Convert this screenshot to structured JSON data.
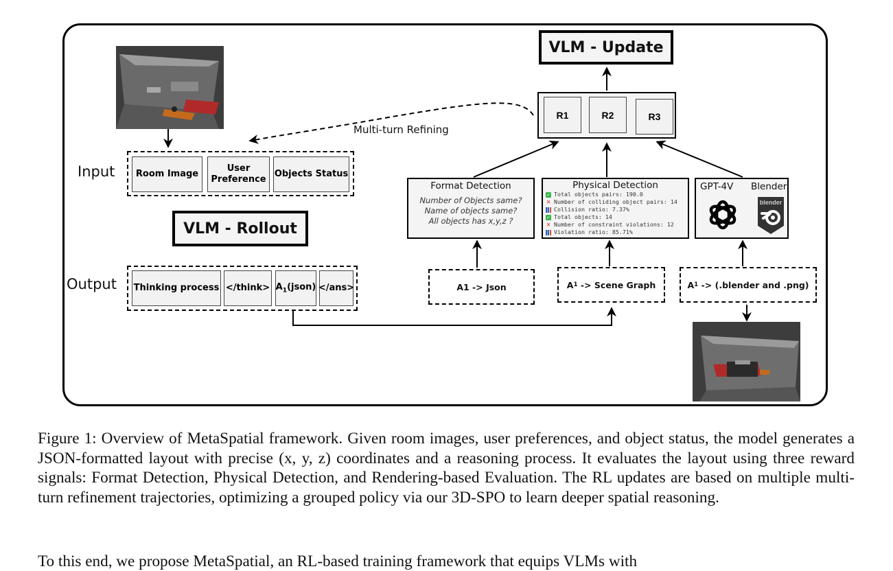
{
  "figure": {
    "vlm_update": "VLM - Update",
    "vlm_rollout": "VLM - Rollout",
    "rewards": [
      "R1",
      "R2",
      "R3"
    ],
    "refine_label": "Multi-turn Refining",
    "input": {
      "label": "Input",
      "items": [
        "Room Image",
        "User Preference",
        "Objects Status"
      ]
    },
    "output": {
      "label": "Output",
      "items": [
        "Thinking process",
        "</think>",
        "A1(json)",
        "</ans>"
      ]
    },
    "format_detection": {
      "title": "Format Detection",
      "lines": [
        "Number of Objects same?",
        "Name of objects same?",
        "All objects has x,y,z ?"
      ]
    },
    "physical_detection": {
      "title": "Physical Detection",
      "lines": [
        {
          "icon": "check-icon",
          "text": "Total objects pairs: 190.0"
        },
        {
          "icon": "cross-icon",
          "text": "Number of colliding object pairs: 14"
        },
        {
          "icon": "bar-chart-icon",
          "text": "Collision ratio: 7.37%"
        },
        {
          "icon": "check-icon",
          "text": "Total objects: 14"
        },
        {
          "icon": "cross-icon",
          "text": "Number of constraint violations: 12"
        },
        {
          "icon": "bar-chart-icon",
          "text": "Violation ratio: 85.71%"
        }
      ]
    },
    "render_eval": {
      "gpt_label": "GPT-4V",
      "blender_label": "Blender",
      "blender_logo_text": "blender"
    },
    "conversions": {
      "json": "A1 -> Json",
      "scene_graph": "-> Scene Graph",
      "blender": "-> (.blender and .png)",
      "a_sym": "A",
      "a_sub": "1"
    }
  },
  "caption": {
    "text": "Figure 1: Overview of MetaSpatial framework. Given room images, user preferences, and object status, the model generates a JSON-formatted layout with precise (x, y, z) coordinates and a reasoning process. It evaluates the layout using three reward signals: Format Detection, Physical Detection, and Rendering-based Evaluation. The RL updates are based on multiple multi-turn refinement trajectories, optimizing a grouped policy via our 3D-SPO to learn deeper spatial reasoning."
  },
  "next_line_cut": "To this end, we propose MetaSpatial, an RL-based training framework that equips VLMs with"
}
